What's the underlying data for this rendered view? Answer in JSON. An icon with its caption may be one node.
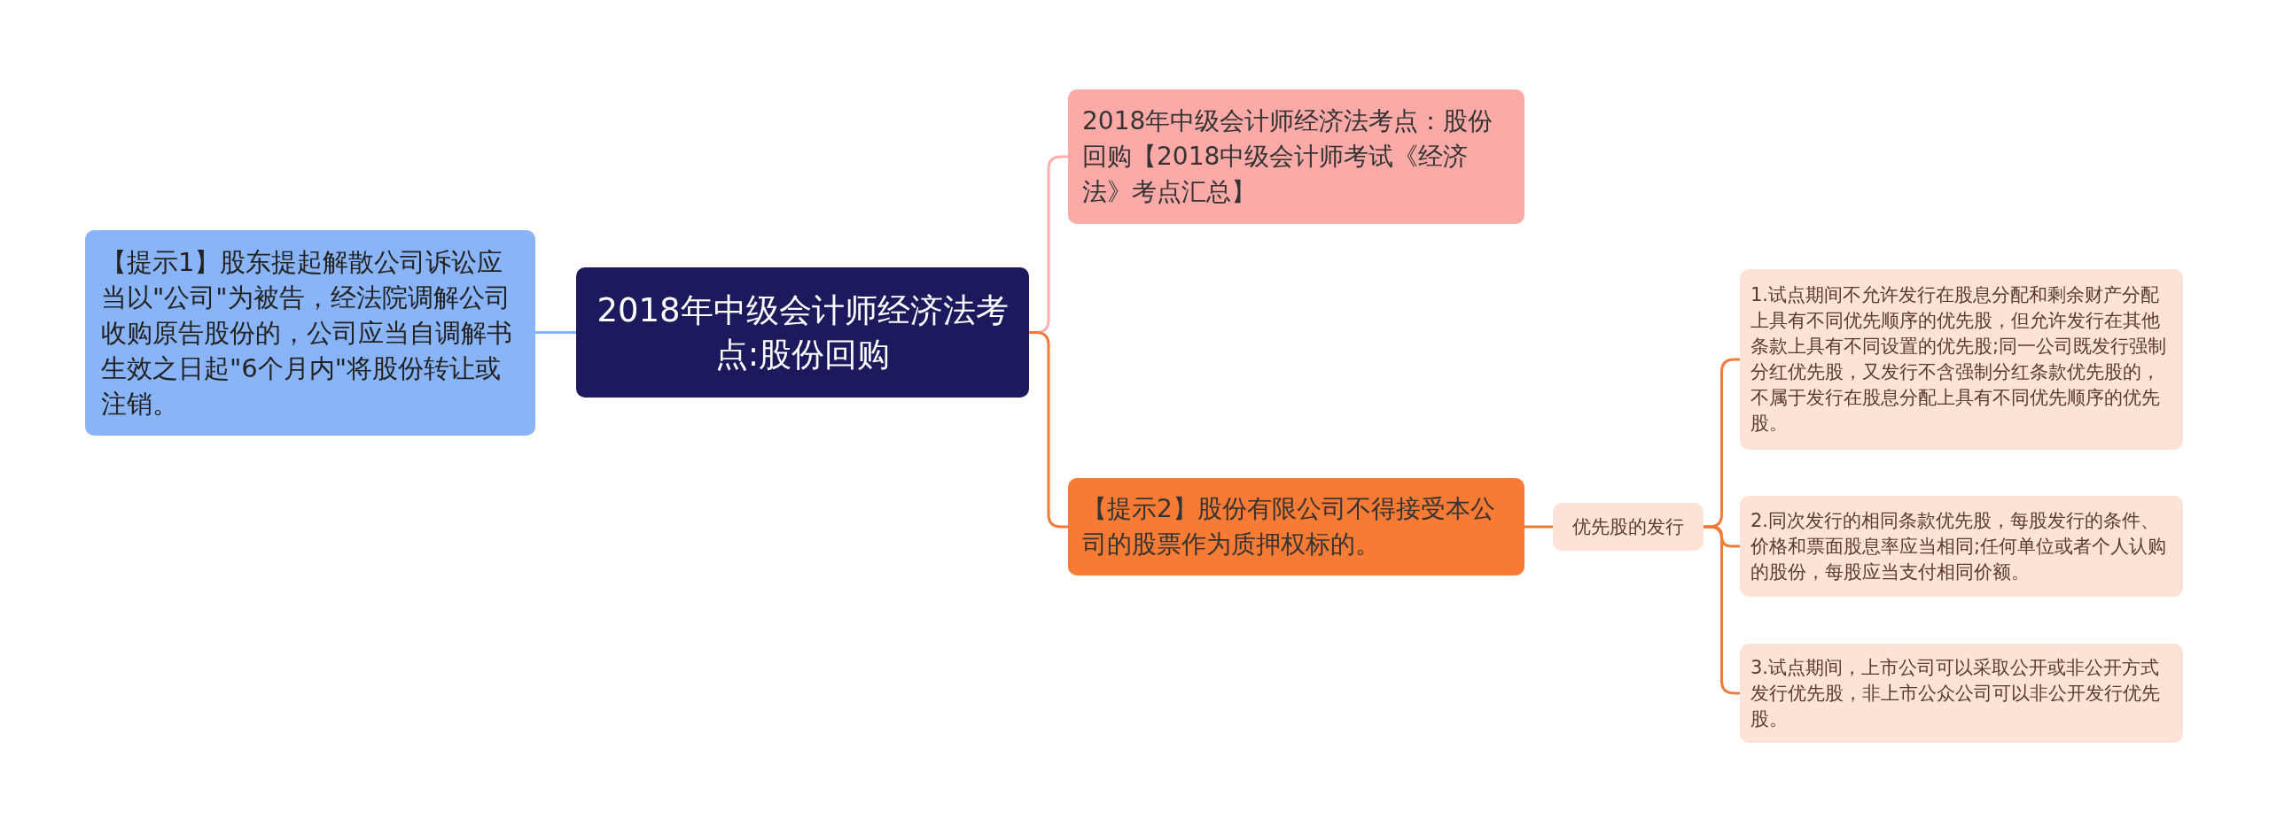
{
  "diagram": {
    "nodes": [
      {
        "text": [
          "2018年中级会计师经济法考点:股份回购"
        ]
      },
      {
        "text": [
          "【提示1】股东提起解散公司诉讼应当以\"公司\"为被告，经法院调解公司收购原告股份的，公司应当自调解书生效之日起\"6个月内\"将股份转让或注销。"
        ]
      },
      {
        "text": [
          "2018年中级会计师经济法考点：股份回购【2018中级会计师考试《经济法》考点汇总】"
        ]
      },
      {
        "text": [
          "【提示2】股份有限公司不得接受本公司的股票作为质押权标的。"
        ]
      },
      {
        "text": [
          "优先股的发行"
        ]
      },
      {
        "text": [
          "1.试点期间不允许发行在股息分配和剩余财产分配上具有不同优先顺序的优先股，但允许发行在其他条款上具有不同设置的优先股;同一公司既发行强制分红优先股，又发行不含强制分红条款优先股的，不属于发行在股息分配上具有不同优先顺序的优先股。"
        ]
      },
      {
        "text": [
          "2.同次发行的相同条款优先股，每股发行的条件、价格和票面股息率应当相同;任何单位或者个人认购的股份，每股应当支付相同价额。"
        ]
      },
      {
        "text": [
          "3.试点期间，上市公司可以采取公开或非公开方式发行优先股，非上市公众公司可以非公开发行优先股。"
        ]
      }
    ],
    "edges": [
      {
        "from": 0,
        "to": 1,
        "arrow": "none",
        "color": "#8ab4f8"
      },
      {
        "from": 0,
        "to": 2,
        "arrow": "none",
        "color": "#fbb0ac"
      },
      {
        "from": 0,
        "to": 3,
        "arrow": "none"
      },
      {
        "from": 3,
        "to": 4,
        "arrow": "none"
      },
      {
        "from": 4,
        "to": 5,
        "arrow": "none"
      },
      {
        "from": 4,
        "to": 6,
        "arrow": "none"
      },
      {
        "from": 4,
        "to": 7,
        "arrow": "none"
      }
    ]
  }
}
